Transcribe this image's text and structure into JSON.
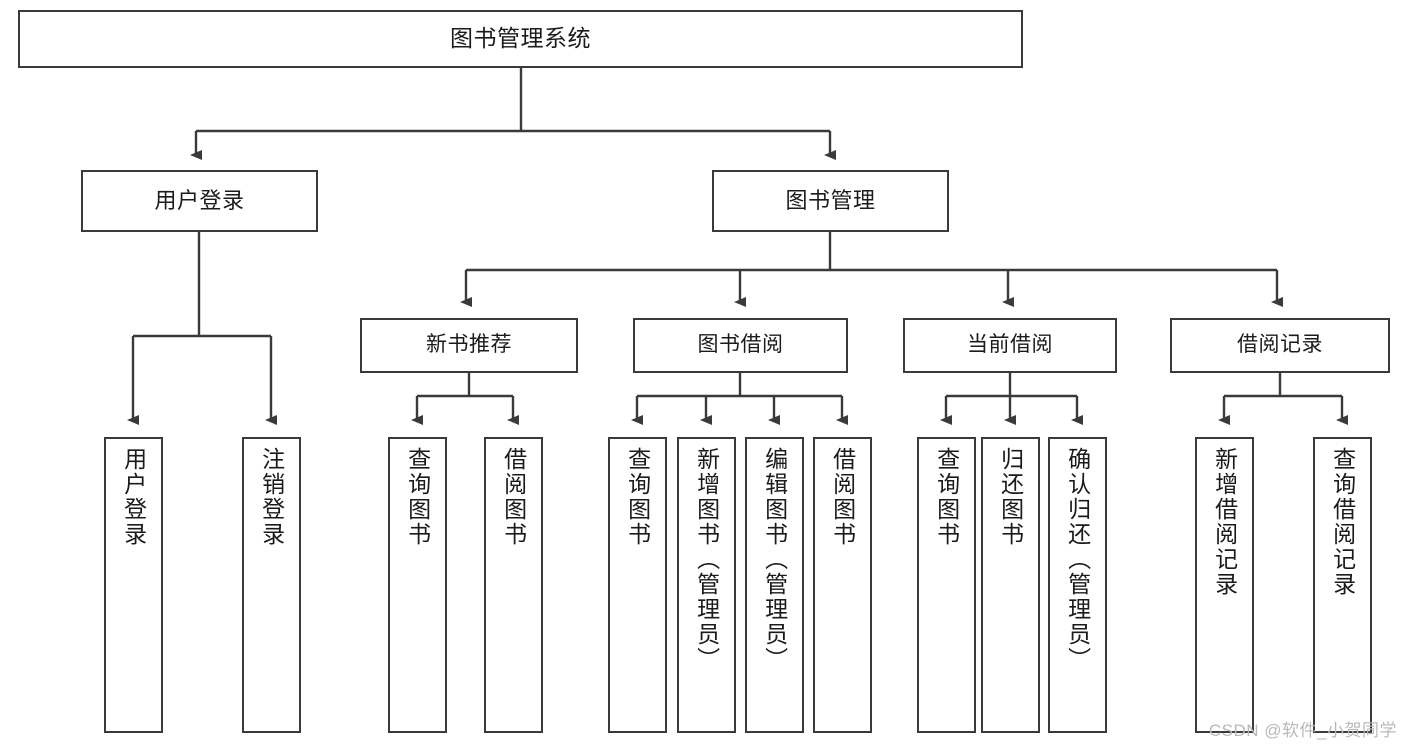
{
  "diagram": {
    "title": "图书管理系统",
    "watermark": "CSDN @软件_小贺同学",
    "colors": {
      "box_border": "#3a3a3a",
      "connector": "#3a3a3a",
      "background": "#ffffff",
      "text": "#1b1b1b",
      "watermark": "#b9b9b9"
    },
    "nodes": {
      "root": {
        "label": "图书管理系统"
      },
      "level2": [
        {
          "label": "用户登录"
        },
        {
          "label": "图书管理"
        }
      ],
      "level3": [
        {
          "label": "新书推荐"
        },
        {
          "label": "图书借阅"
        },
        {
          "label": "当前借阅"
        },
        {
          "label": "借阅记录"
        }
      ],
      "leaves": {
        "user_login": [
          {
            "label": "用户登录"
          },
          {
            "label": "注销登录"
          }
        ],
        "new_book": [
          {
            "label": "查询图书"
          },
          {
            "label": "借阅图书"
          }
        ],
        "book_borrow": [
          {
            "label": "查询图书"
          },
          {
            "label": "新增图书（管理员）"
          },
          {
            "label": "编辑图书（管理员）"
          },
          {
            "label": "借阅图书"
          }
        ],
        "current_borrow": [
          {
            "label": "查询图书"
          },
          {
            "label": "归还图书"
          },
          {
            "label": "确认归还（管理员）"
          }
        ],
        "borrow_record": [
          {
            "label": "新增借阅记录"
          },
          {
            "label": "查询借阅记录"
          }
        ]
      }
    }
  }
}
